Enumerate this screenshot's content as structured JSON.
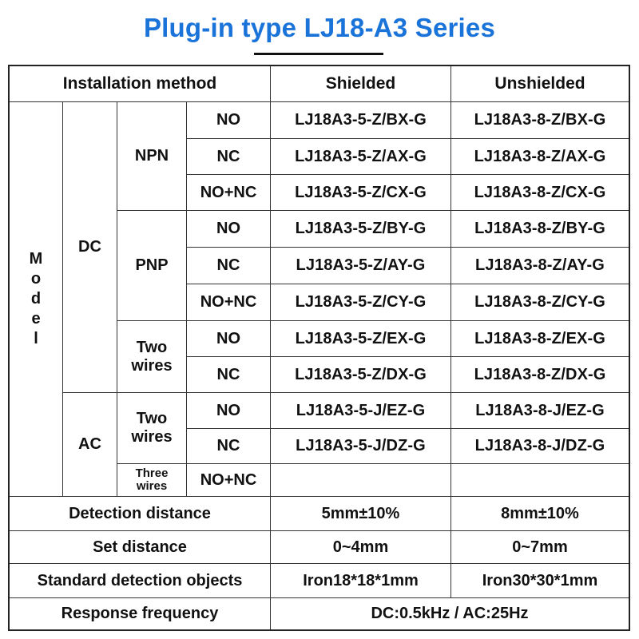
{
  "title": "Plug-in type LJ18-A3 Series",
  "header": {
    "installation": "Installation method",
    "shielded": "Shielded",
    "unshielded": "Unshielded"
  },
  "model_label": [
    "M",
    "o",
    "d",
    "e",
    "l"
  ],
  "groups": {
    "dc": "DC",
    "ac": "AC",
    "npn": "NPN",
    "pnp": "PNP",
    "dc_two_wires": "Two\nwires",
    "ac_two_wires": "Two\nwires",
    "ac_three_wires": "Three\nwires"
  },
  "rows": [
    {
      "output": "NO",
      "shielded": "LJ18A3-5-Z/BX-G",
      "unshielded": "LJ18A3-8-Z/BX-G"
    },
    {
      "output": "NC",
      "shielded": "LJ18A3-5-Z/AX-G",
      "unshielded": "LJ18A3-8-Z/AX-G"
    },
    {
      "output": "NO+NC",
      "shielded": "LJ18A3-5-Z/CX-G",
      "unshielded": "LJ18A3-8-Z/CX-G"
    },
    {
      "output": "NO",
      "shielded": "LJ18A3-5-Z/BY-G",
      "unshielded": "LJ18A3-8-Z/BY-G"
    },
    {
      "output": "NC",
      "shielded": "LJ18A3-5-Z/AY-G",
      "unshielded": "LJ18A3-8-Z/AY-G"
    },
    {
      "output": "NO+NC",
      "shielded": "LJ18A3-5-Z/CY-G",
      "unshielded": "LJ18A3-8-Z/CY-G"
    },
    {
      "output": "NO",
      "shielded": "LJ18A3-5-Z/EX-G",
      "unshielded": "LJ18A3-8-Z/EX-G"
    },
    {
      "output": "NC",
      "shielded": "LJ18A3-5-Z/DX-G",
      "unshielded": "LJ18A3-8-Z/DX-G"
    },
    {
      "output": "NO",
      "shielded": "LJ18A3-5-J/EZ-G",
      "unshielded": "LJ18A3-8-J/EZ-G"
    },
    {
      "output": "NC",
      "shielded": "LJ18A3-5-J/DZ-G",
      "unshielded": "LJ18A3-8-J/DZ-G"
    },
    {
      "output": "NO+NC",
      "shielded": "",
      "unshielded": ""
    }
  ],
  "specs": [
    {
      "label": "Detection distance",
      "shielded": "5mm±10%",
      "unshielded": "8mm±10%"
    },
    {
      "label": "Set distance",
      "shielded": "0~4mm",
      "unshielded": "0~7mm"
    },
    {
      "label": "Standard detection objects",
      "shielded": "Iron18*18*1mm",
      "unshielded": "Iron30*30*1mm"
    }
  ],
  "response": {
    "label": "Response frequency",
    "value": "DC:0.5kHz / AC:25Hz"
  }
}
